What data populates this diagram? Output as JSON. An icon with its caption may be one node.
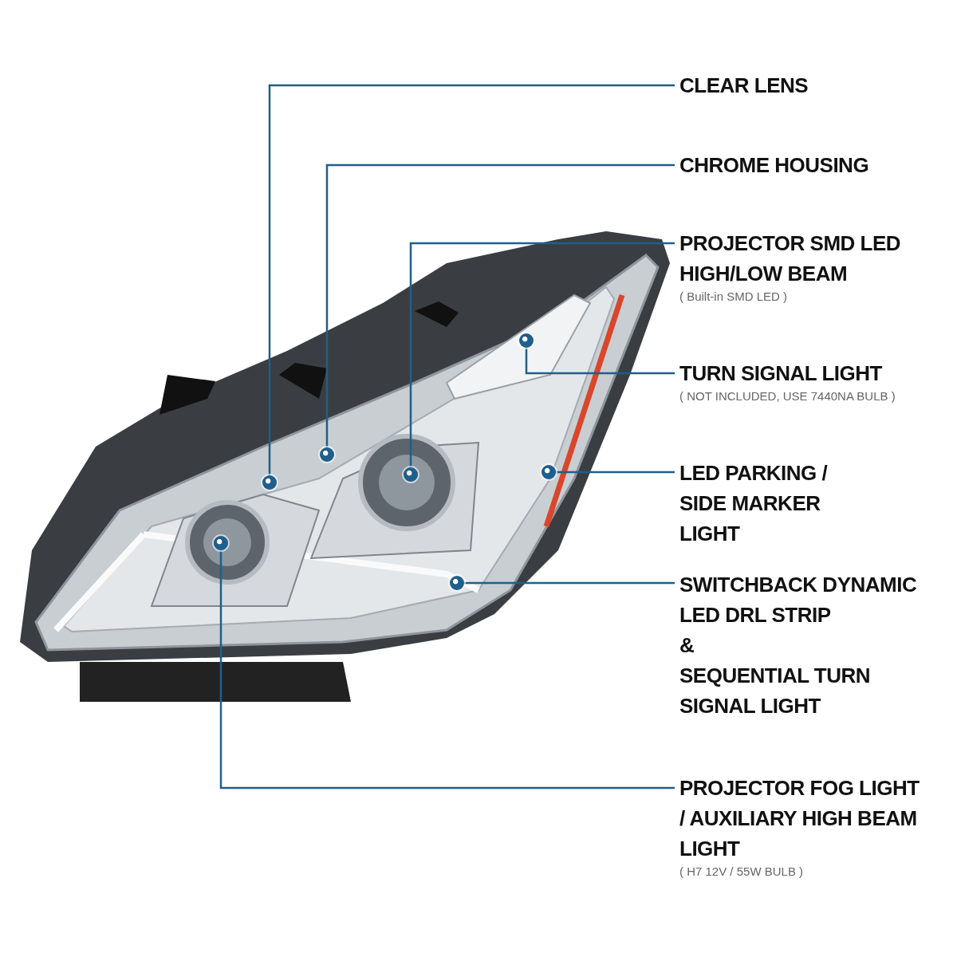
{
  "diagram": {
    "nodes": [
      {
        "text": [
          "CLEAR LENS"
        ]
      },
      {
        "text": [
          "CHROME HOUSING"
        ]
      },
      {
        "text": [
          "PROJECTOR SMD LED HIGH/LOW BEAM",
          "( Built-in SMD LED )"
        ]
      },
      {
        "text": [
          "TURN SIGNAL LIGHT",
          "( NOT INCLUDED, USE  7440NA  BULB )"
        ]
      },
      {
        "text": [
          "LED PARKING / SIDE MARKER LIGHT"
        ]
      },
      {
        "text": [
          "SWITCHBACK DYNAMIC LED DRL STRIP",
          "&",
          "SEQUENTIAL TURN SIGNAL LIGHT"
        ]
      },
      {
        "text": [
          "PROJECTOR FOG LIGHT / AUXILIARY HIGH BEAM LIGHT",
          "( H7  12V / 55W  BULB )"
        ]
      },
      {
        "text": [],
        "shape": "circle"
      },
      {
        "text": [],
        "shape": "circle"
      },
      {
        "text": [],
        "shape": "circle"
      },
      {
        "text": [],
        "shape": "circle"
      },
      {
        "text": [],
        "shape": "circle"
      },
      {
        "text": [],
        "shape": "circle"
      },
      {
        "text": [],
        "shape": "circle"
      }
    ],
    "edges": [
      {
        "from": 0,
        "to": 7,
        "arrow": "none"
      },
      {
        "from": 1,
        "to": 8,
        "arrow": "none"
      },
      {
        "from": 2,
        "to": 9,
        "arrow": "none"
      },
      {
        "from": 3,
        "to": 10,
        "arrow": "none"
      },
      {
        "from": 4,
        "to": 11,
        "arrow": "none"
      },
      {
        "from": 5,
        "to": 12,
        "arrow": "none"
      },
      {
        "from": 6,
        "to": 13,
        "arrow": "none"
      }
    ]
  }
}
